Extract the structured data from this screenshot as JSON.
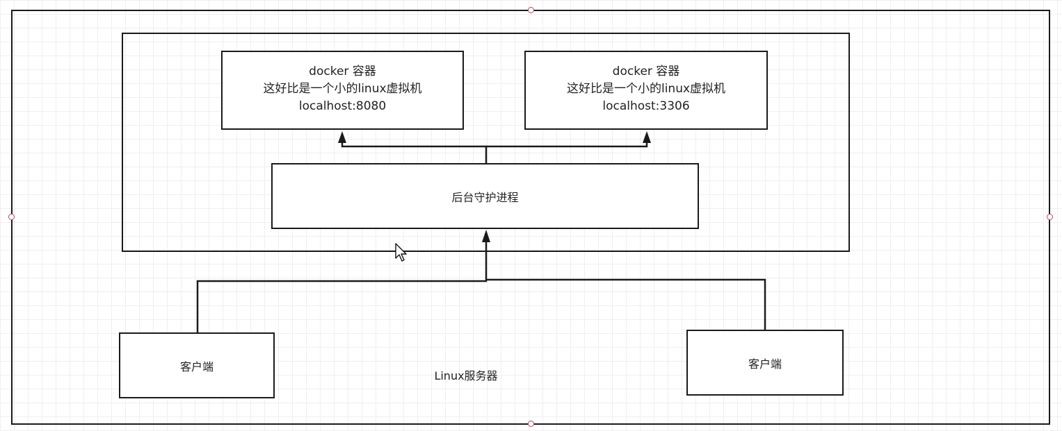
{
  "diagram": {
    "containers": [
      {
        "title": "docker 容器",
        "description": "这好比是一个小的linux虚拟机",
        "address": "localhost:8080"
      },
      {
        "title": "docker 容器",
        "description": "这好比是一个小的linux虚拟机",
        "address": "localhost:3306"
      }
    ],
    "daemon": {
      "label": "后台守护进程"
    },
    "clients": [
      {
        "label": "客户端"
      },
      {
        "label": "客户端"
      }
    ],
    "server": {
      "label": "Linux服务器"
    },
    "stroke_color": "#1a1a1a",
    "selection_handle_color": "#b5485b",
    "grid_color": "#efefef"
  }
}
